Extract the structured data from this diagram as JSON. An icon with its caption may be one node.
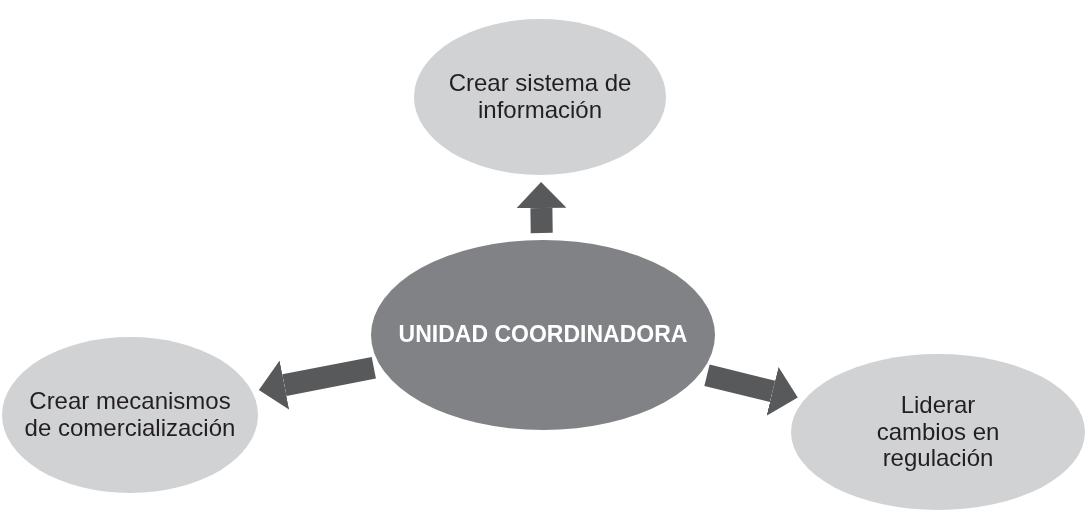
{
  "diagram": {
    "nodes": [
      {
        "text": [
          "Crear sistema de información"
        ]
      },
      {
        "text": [
          "UNIDAD COORDINADORA"
        ]
      },
      {
        "text": [
          "Crear mecanismos de comercialización"
        ]
      },
      {
        "text": [
          "Liderar cambios en regulación"
        ]
      }
    ],
    "edges": [
      {
        "from": 1,
        "to": 0,
        "arrow": "to"
      },
      {
        "from": 1,
        "to": 2,
        "arrow": "to"
      },
      {
        "from": 1,
        "to": 3,
        "arrow": "to"
      }
    ]
  }
}
